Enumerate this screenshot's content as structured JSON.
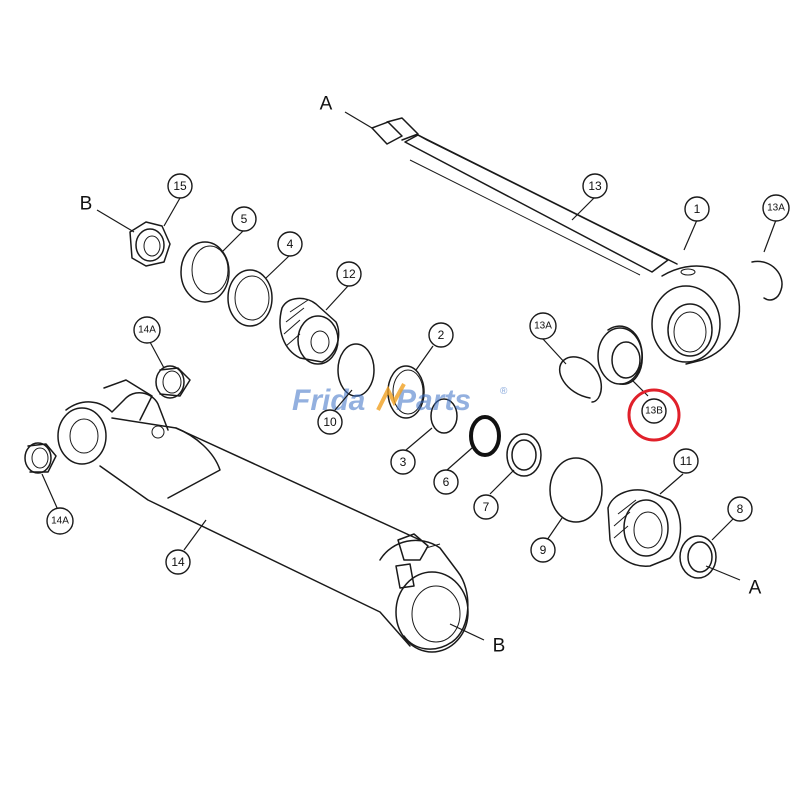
{
  "watermark": {
    "part1": "Frida",
    "part2": "Parts",
    "mark": "®",
    "color_blue": "#3a6fc4",
    "color_orange": "#f0a020"
  },
  "highlight": {
    "target": "13B",
    "color": "#e0202a"
  },
  "letters": {
    "rod_end_top": "A",
    "rod_end_bottom": "A",
    "pin_top": "B",
    "pin_bottom": "B"
  },
  "callouts": {
    "c1": "1",
    "c2": "2",
    "c3": "3",
    "c4": "4",
    "c5": "5",
    "c6": "6",
    "c7": "7",
    "c8": "8",
    "c9": "9",
    "c10": "10",
    "c11": "11",
    "c12": "12",
    "c13": "13",
    "c13a_right": "13A",
    "c13a_mid": "13A",
    "c13b": "13B",
    "c14": "14",
    "c14a_top": "14A",
    "c14a_left": "14A",
    "c15": "15"
  }
}
